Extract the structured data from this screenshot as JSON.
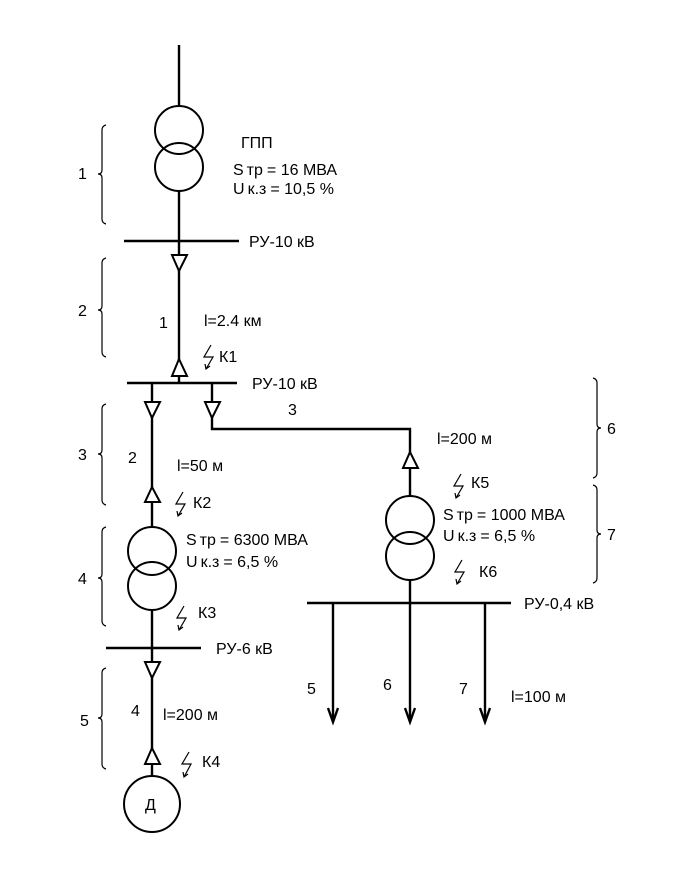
{
  "diagram": {
    "type": "single-line electrical scheme",
    "colors": {
      "line": "#000000",
      "background": "#ffffff"
    },
    "main_substation": {
      "label": "ГПП",
      "s_prefix": "S",
      "s_sub": "тр",
      "s_value": "= 16  МВА",
      "u_prefix": "U",
      "u_sub": "к.з",
      "u_value": "= 10,5 %"
    },
    "busbars": {
      "ru10_top": "РУ-10 кВ",
      "ru10_mid": "РУ-10 кВ",
      "ru6": "РУ-6 кВ",
      "ru04": "РУ-0,4 кВ"
    },
    "lines": {
      "line1": {
        "number": "1",
        "length": "l=2.4 км"
      },
      "line2": {
        "number": "2",
        "length": "l=50 м"
      },
      "line3": {
        "number": "3",
        "length": "l=200 м"
      },
      "line4": {
        "number": "4",
        "length": "l=200 м"
      },
      "outgoing": {
        "numbers": [
          "5",
          "6",
          "7"
        ],
        "length": "l=100 м"
      }
    },
    "transformer_left": {
      "s_prefix": "S",
      "s_sub": "тр",
      "s_value": "= 6300 МВА",
      "u_prefix": "U",
      "u_sub": "к.з",
      "u_value": "= 6,5 %"
    },
    "transformer_right": {
      "s_prefix": "S",
      "s_sub": "тр",
      "s_value": "= 1000 МВА",
      "u_prefix": "U",
      "u_sub": "к.з",
      "u_value": "= 6,5 %"
    },
    "motor": {
      "label": "Д"
    },
    "fault_points": [
      "К1",
      "К2",
      "К3",
      "К4",
      "К5",
      "К6"
    ],
    "sections": [
      "1",
      "2",
      "3",
      "4",
      "5",
      "6",
      "7"
    ]
  }
}
